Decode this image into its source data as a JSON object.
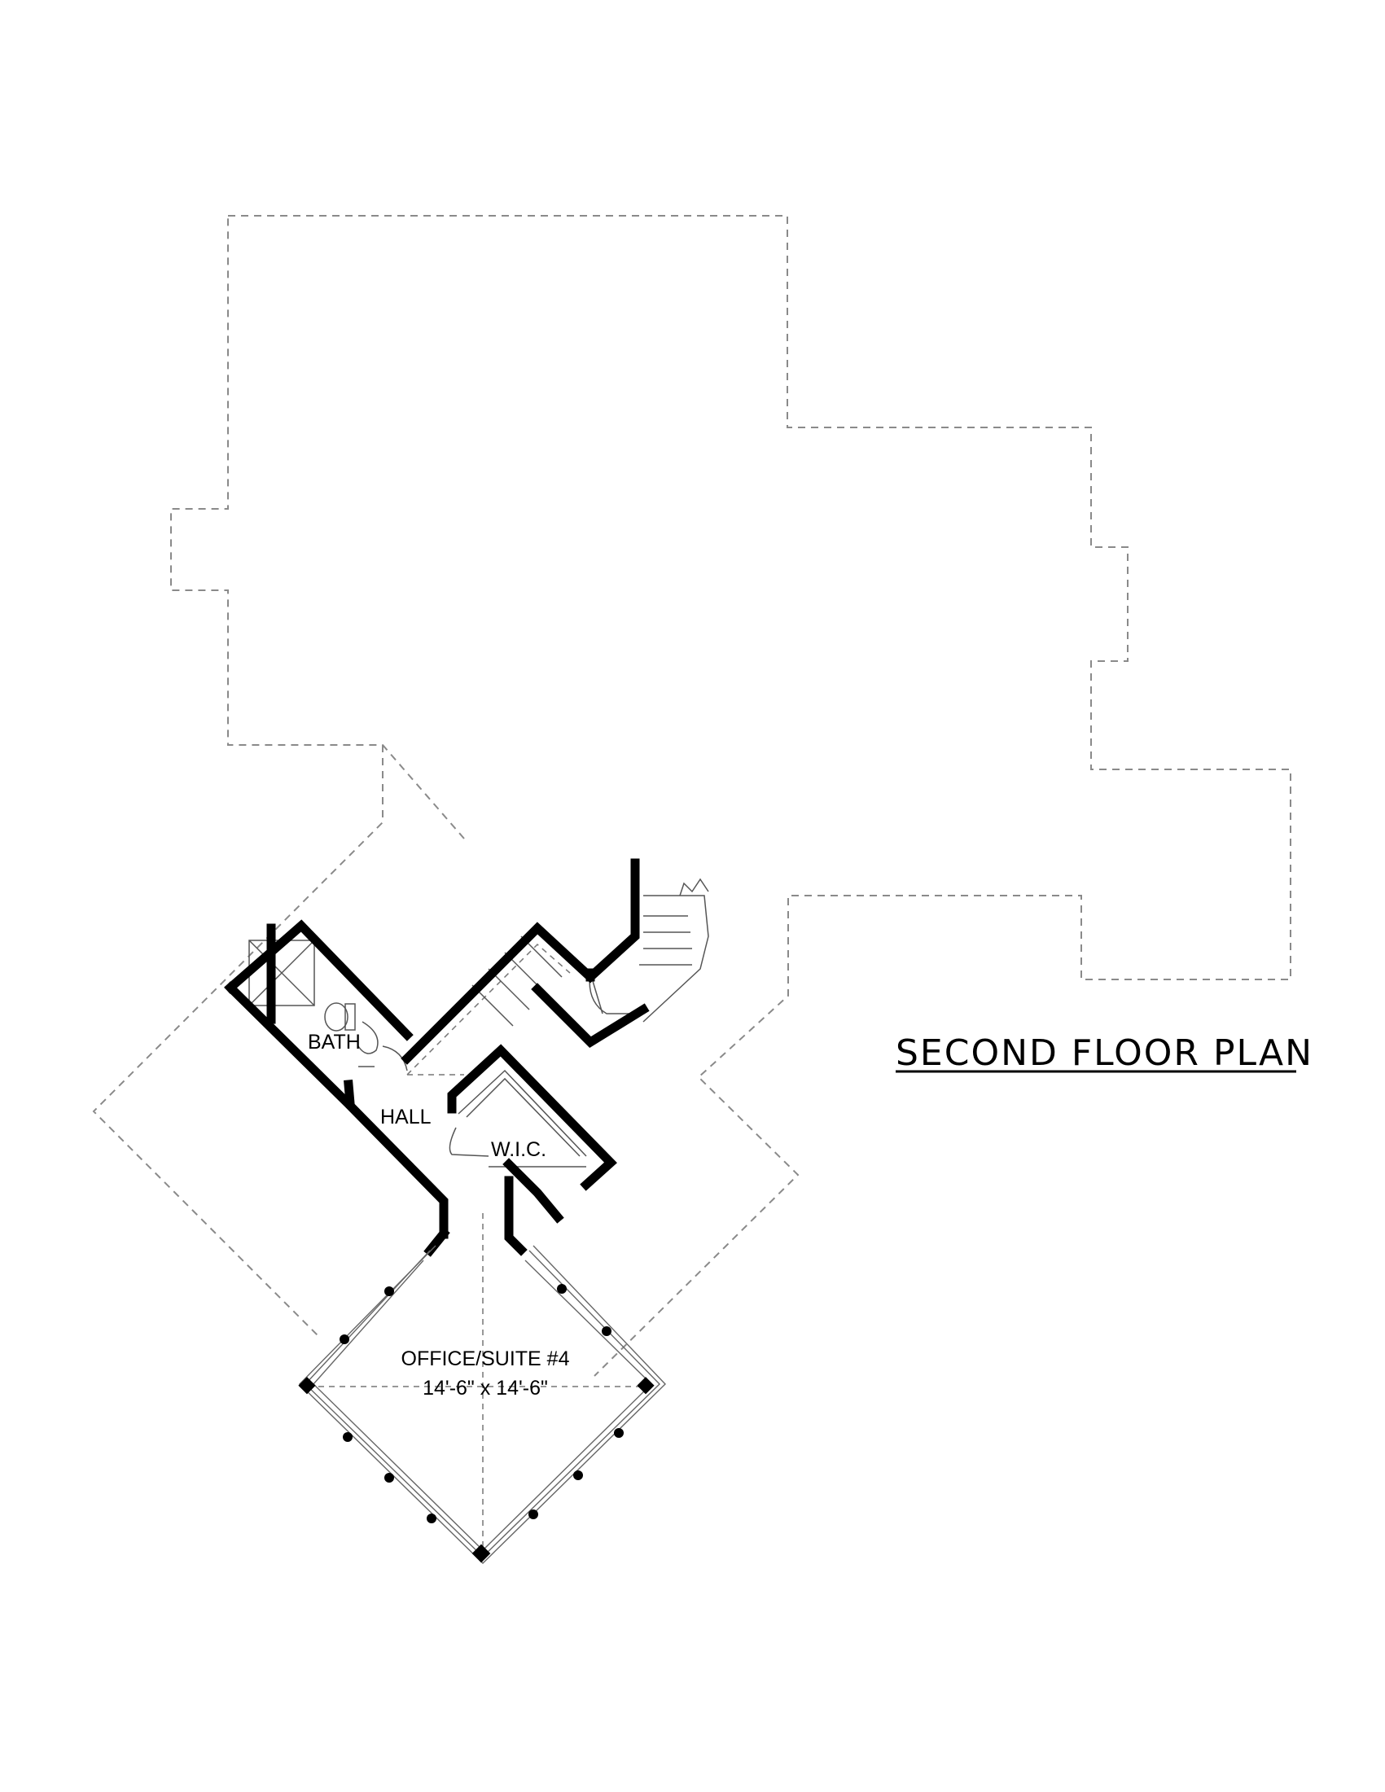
{
  "plan": {
    "title": "SECOND FLOOR PLAN",
    "rooms": {
      "bath": "BATH",
      "hall": "HALL",
      "wic": "W.I.C.",
      "office_name": "OFFICE/SUITE #4",
      "office_size": "14'-6\" x 14'-6\""
    }
  }
}
